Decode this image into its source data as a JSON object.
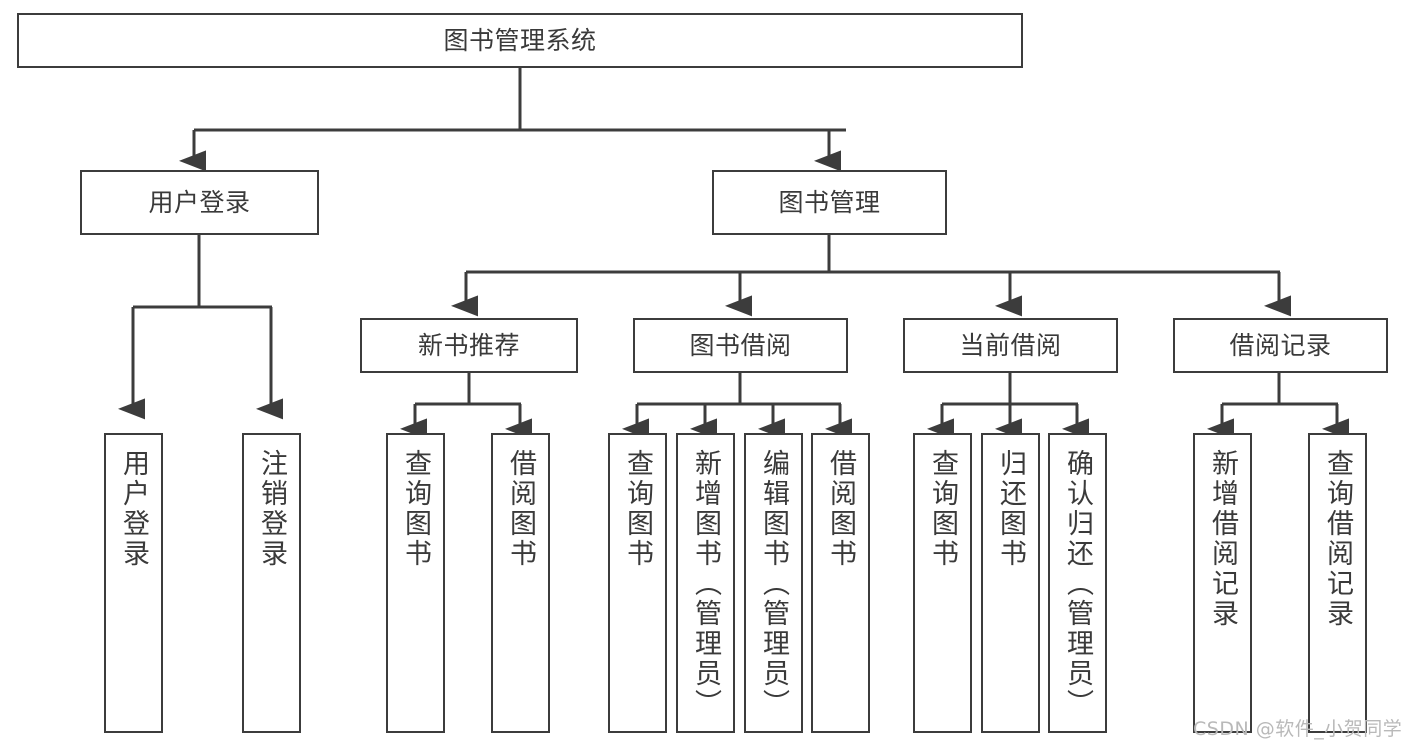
{
  "diagram": {
    "title": "图书管理系统",
    "watermark": "CSDN @软件_小贺同学",
    "colors": {
      "stroke": "#3c3c3c",
      "text": "#3a3a3a",
      "background": "#ffffff",
      "watermark": "#b9b9b9"
    },
    "nodes": {
      "root": {
        "label": "图书管理系统",
        "level": 0
      },
      "l1": [
        {
          "id": "user-login",
          "label": "用户登录"
        },
        {
          "id": "book-management",
          "label": "图书管理"
        }
      ],
      "l2": [
        {
          "id": "new-book-recommend",
          "label": "新书推荐",
          "parent": "book-management"
        },
        {
          "id": "book-borrow",
          "label": "图书借阅",
          "parent": "book-management"
        },
        {
          "id": "current-borrow",
          "label": "当前借阅",
          "parent": "book-management"
        },
        {
          "id": "borrow-record",
          "label": "借阅记录",
          "parent": "book-management"
        }
      ],
      "leaves": [
        {
          "id": "leaf-user-login",
          "label": "用户登录",
          "parent": "user-login"
        },
        {
          "id": "leaf-logout-login",
          "label": "注销登录",
          "parent": "user-login"
        },
        {
          "id": "leaf-query-book-1",
          "label": "查询图书",
          "parent": "new-book-recommend"
        },
        {
          "id": "leaf-borrow-book-1",
          "label": "借阅图书",
          "parent": "new-book-recommend"
        },
        {
          "id": "leaf-query-book-2",
          "label": "查询图书",
          "parent": "book-borrow"
        },
        {
          "id": "leaf-add-book",
          "label": "新增图书（管理员）",
          "parent": "book-borrow"
        },
        {
          "id": "leaf-edit-book",
          "label": "编辑图书（管理员）",
          "parent": "book-borrow"
        },
        {
          "id": "leaf-borrow-book-2",
          "label": "借阅图书",
          "parent": "book-borrow"
        },
        {
          "id": "leaf-query-book-3",
          "label": "查询图书",
          "parent": "current-borrow"
        },
        {
          "id": "leaf-return-book",
          "label": "归还图书",
          "parent": "current-borrow"
        },
        {
          "id": "leaf-confirm-return",
          "label": "确认归还（管理员）",
          "parent": "current-borrow"
        },
        {
          "id": "leaf-add-record",
          "label": "新增借阅记录",
          "parent": "borrow-record"
        },
        {
          "id": "leaf-query-record",
          "label": "查询借阅记录",
          "parent": "borrow-record"
        }
      ]
    }
  }
}
